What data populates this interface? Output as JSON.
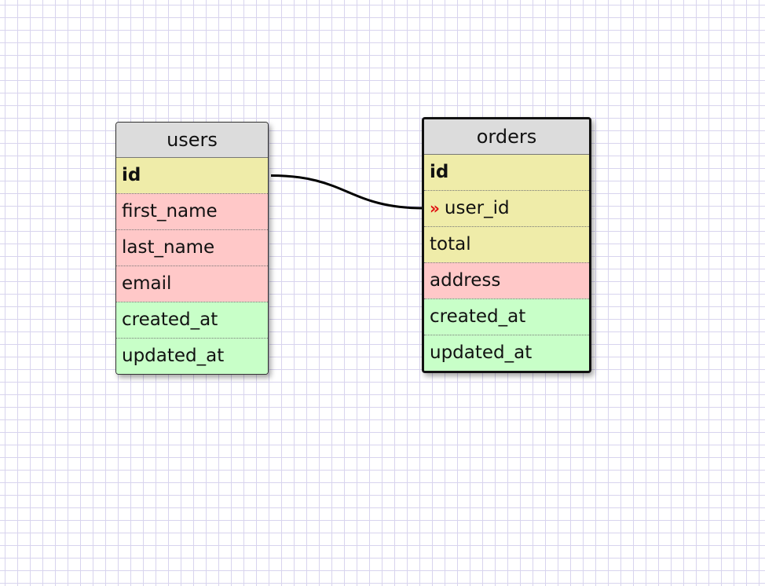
{
  "colors": {
    "key": "#efeca9",
    "text_field": "#ffc8c8",
    "timestamp": "#c8ffc8",
    "header": "#dcdcdc",
    "fk_marker": "#e01010",
    "grid": "#d8d4ee"
  },
  "tables": {
    "users": {
      "name": "users",
      "fields": [
        {
          "name": "id",
          "type": "key",
          "primary": true
        },
        {
          "name": "first_name",
          "type": "text_field"
        },
        {
          "name": "last_name",
          "type": "text_field"
        },
        {
          "name": "email",
          "type": "text_field"
        },
        {
          "name": "created_at",
          "type": "timestamp"
        },
        {
          "name": "updated_at",
          "type": "timestamp"
        }
      ]
    },
    "orders": {
      "name": "orders",
      "selected": true,
      "fields": [
        {
          "name": "id",
          "type": "key",
          "primary": true
        },
        {
          "name": "user_id",
          "type": "key",
          "foreign_key": true
        },
        {
          "name": "total",
          "type": "key"
        },
        {
          "name": "address",
          "type": "text_field"
        },
        {
          "name": "created_at",
          "type": "timestamp"
        },
        {
          "name": "updated_at",
          "type": "timestamp"
        }
      ]
    }
  },
  "relations": [
    {
      "from": "users.id",
      "to": "orders.user_id"
    }
  ],
  "fk_marker_icon": "double-chevron-right-icon"
}
